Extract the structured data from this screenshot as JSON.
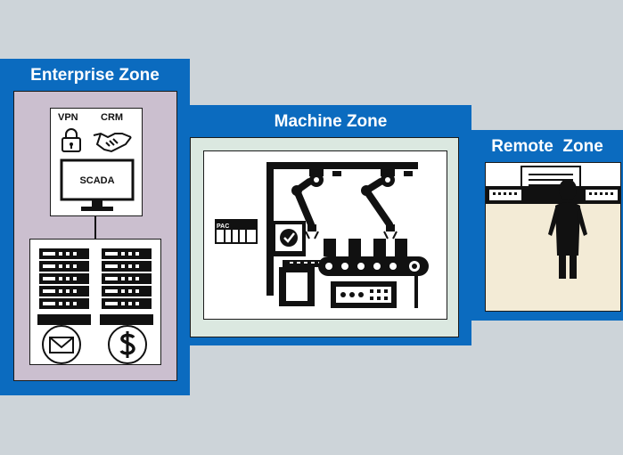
{
  "zones": {
    "enterprise": {
      "title": "Enterprise Zone",
      "vpn_label": "VPN",
      "crm_label": "CRM",
      "scada_label": "SCADA"
    },
    "machine": {
      "title": "Machine Zone",
      "pac_label": "PAC"
    },
    "remote": {
      "title": "Remote  Zone"
    }
  },
  "icons": {
    "vpn": "lock-icon",
    "crm": "handshake-icon",
    "scada": "monitor-icon",
    "servers": "server-rack-icon",
    "mail": "envelope-icon",
    "finance": "dollar-icon",
    "robot": "robot-arm-icon",
    "conveyor": "conveyor-belt-icon",
    "operator": "operator-person-icon"
  },
  "colors": {
    "background": "#cdd4d9",
    "zone_blue": "#0b6bbf",
    "enterprise_fill": "#cbbfcf",
    "machine_fill": "#dbe8e0",
    "remote_fill": "#f3ebd6",
    "ink": "#111111"
  }
}
